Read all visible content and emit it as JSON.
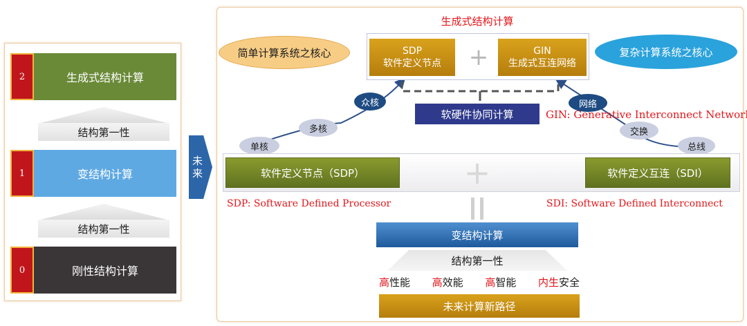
{
  "left": {
    "tiers": [
      {
        "num": "2",
        "label": "生成式结构计算",
        "color": "#6a8a38"
      },
      {
        "num": "1",
        "label": "变结构计算",
        "color": "#5fa9e3"
      },
      {
        "num": "0",
        "label": "刚性结构计算",
        "color": "#3a3536"
      }
    ],
    "struct_first": "结构第一性"
  },
  "future_label": [
    "未",
    "来"
  ],
  "right": {
    "title": "生成式结构计算",
    "sdp_box": {
      "line1": "SDP",
      "line2": "软件定义节点"
    },
    "gin_box": {
      "line1": "GIN",
      "line2": "生成式互连网络"
    },
    "plus": "+",
    "simple_core": "简单计算系统之核心",
    "complex_core": "复杂计算系统之核心",
    "cosync": "软硬件协同计算",
    "gin_full": "GIN: Generative Interconnect Network",
    "left_nodes": [
      "众核",
      "多核",
      "单核"
    ],
    "right_nodes": [
      "网络",
      "交换",
      "总线"
    ],
    "sdp_bar": "软件定义节点（SDP）",
    "sdi_bar": "软件定义互连（SDI）",
    "sdp_full": "SDP: Software Defined Processor",
    "sdi_full": "SDI: Software Defined Interconnect",
    "var_struct": "变结构计算",
    "struct_first": "结构第一性",
    "features": [
      {
        "hi": "高",
        "rest": "性能"
      },
      {
        "hi": "高",
        "rest": "效能"
      },
      {
        "hi": "高",
        "rest": "智能"
      },
      {
        "hi": "内生",
        "rest": "安全"
      }
    ],
    "future_path": "未来计算新路径"
  },
  "colors": {
    "accent_red": "#e3161b",
    "gold": "#c88f12",
    "olive": "#6f8126",
    "blue": "#2c66a8",
    "navy": "#2f3a8c"
  }
}
